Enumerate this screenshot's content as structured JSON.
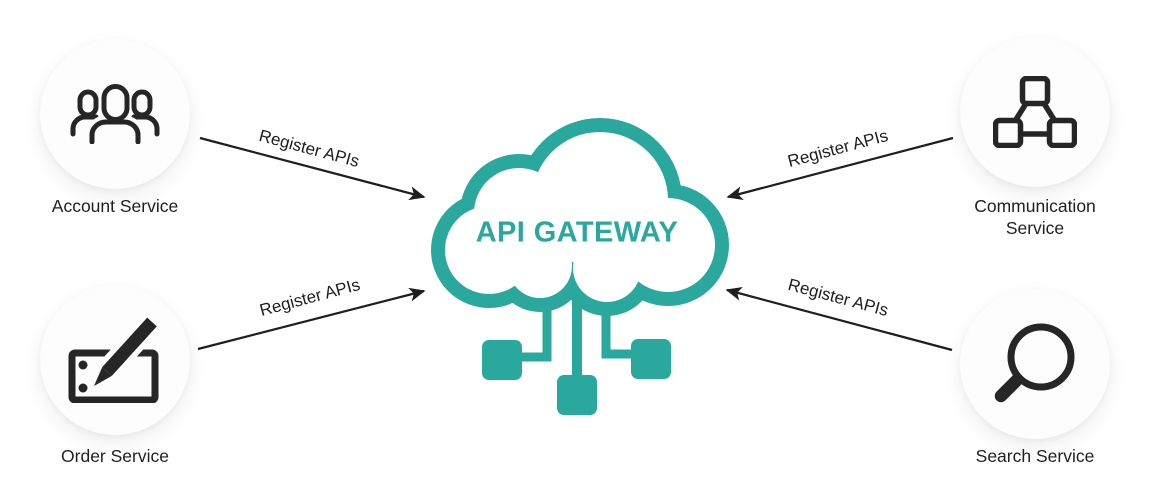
{
  "diagram": {
    "title": "API GATEWAY",
    "colors": {
      "teal": "#2aa89e",
      "ink": "#262626"
    },
    "services": [
      {
        "id": "account",
        "label": "Account Service",
        "icon": "users-icon",
        "arrow_label": "Register APIs"
      },
      {
        "id": "communication",
        "label": "Communication\nService",
        "icon": "network-nodes-icon",
        "arrow_label": "Register APIs"
      },
      {
        "id": "order",
        "label": "Order Service",
        "icon": "order-pen-icon",
        "arrow_label": "Register APIs"
      },
      {
        "id": "search",
        "label": "Search Service",
        "icon": "search-icon",
        "arrow_label": "Register APIs"
      }
    ]
  }
}
